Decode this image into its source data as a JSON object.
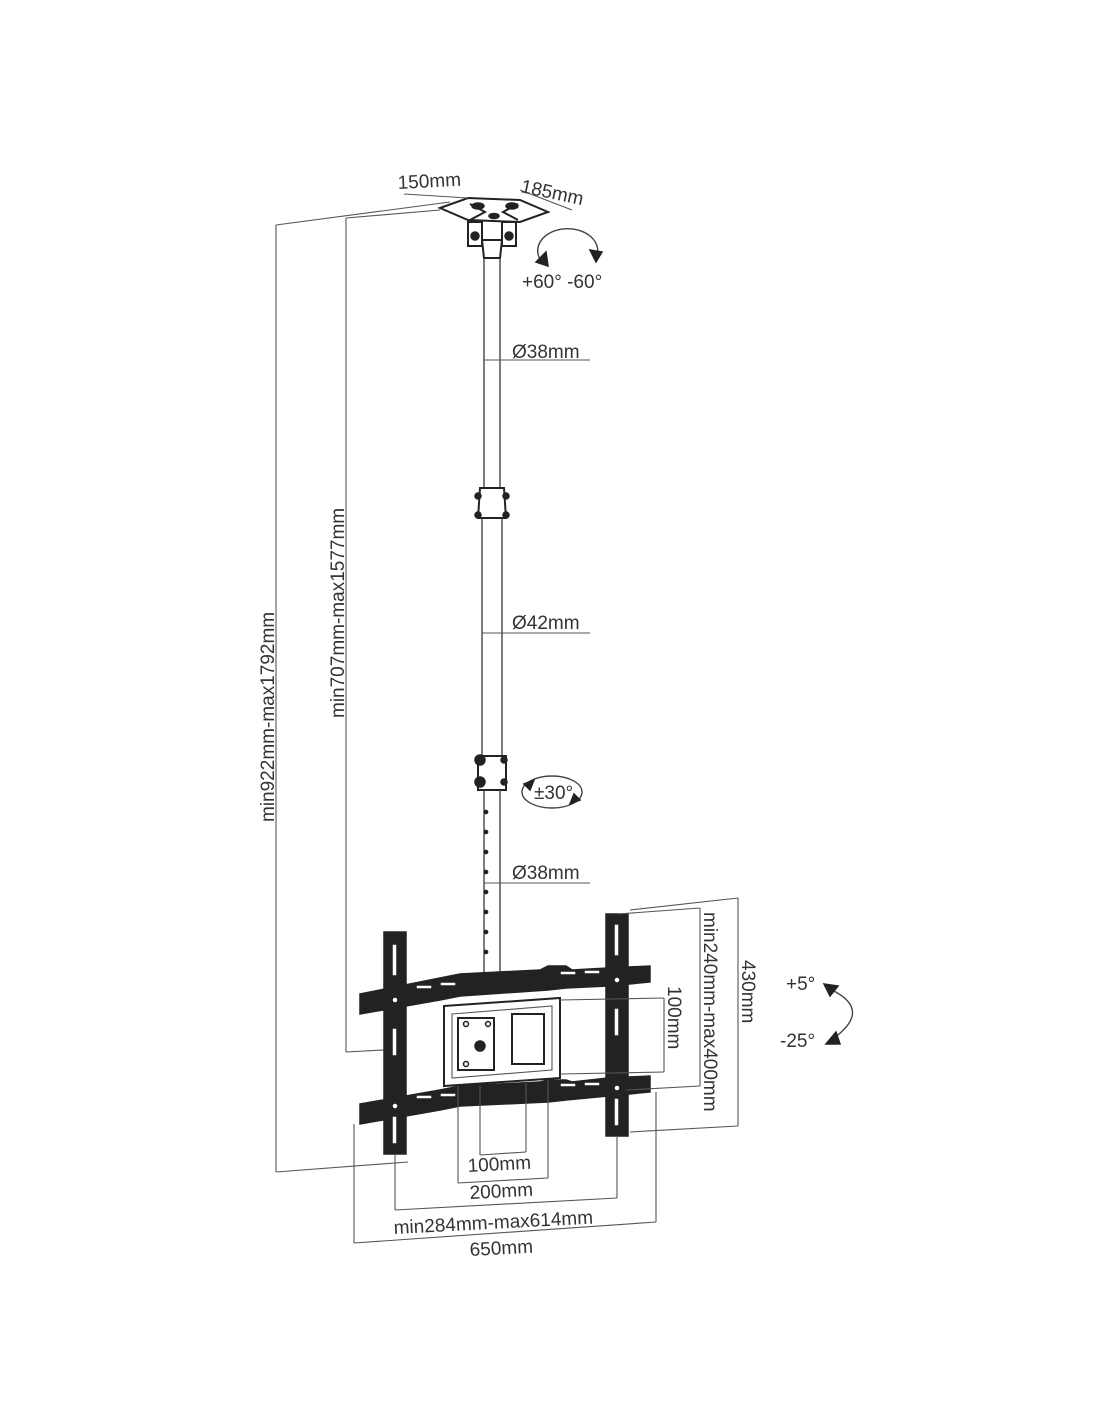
{
  "labels": {
    "ceiling_plate_width": "150mm",
    "ceiling_plate_depth": "185mm",
    "swivel_angle": "+60° -60°",
    "tube_top_diameter": "Ø38mm",
    "tube_middle_diameter": "Ø42mm",
    "rotation_angle": "±30°",
    "tube_bottom_diameter": "Ø38mm",
    "total_height": "min922mm-max1792mm",
    "pole_height": "min707mm-max1577mm",
    "plate_height": "430mm",
    "arm_spacing": "min240mm-max400mm",
    "vesa_vertical": "100mm",
    "tilt_up": "+5°",
    "tilt_down": "-25°",
    "vesa_horizontal_small": "100mm",
    "vesa_horizontal_large": "200mm",
    "arm_width_range": "min284mm-max614mm",
    "overall_width": "650mm"
  }
}
